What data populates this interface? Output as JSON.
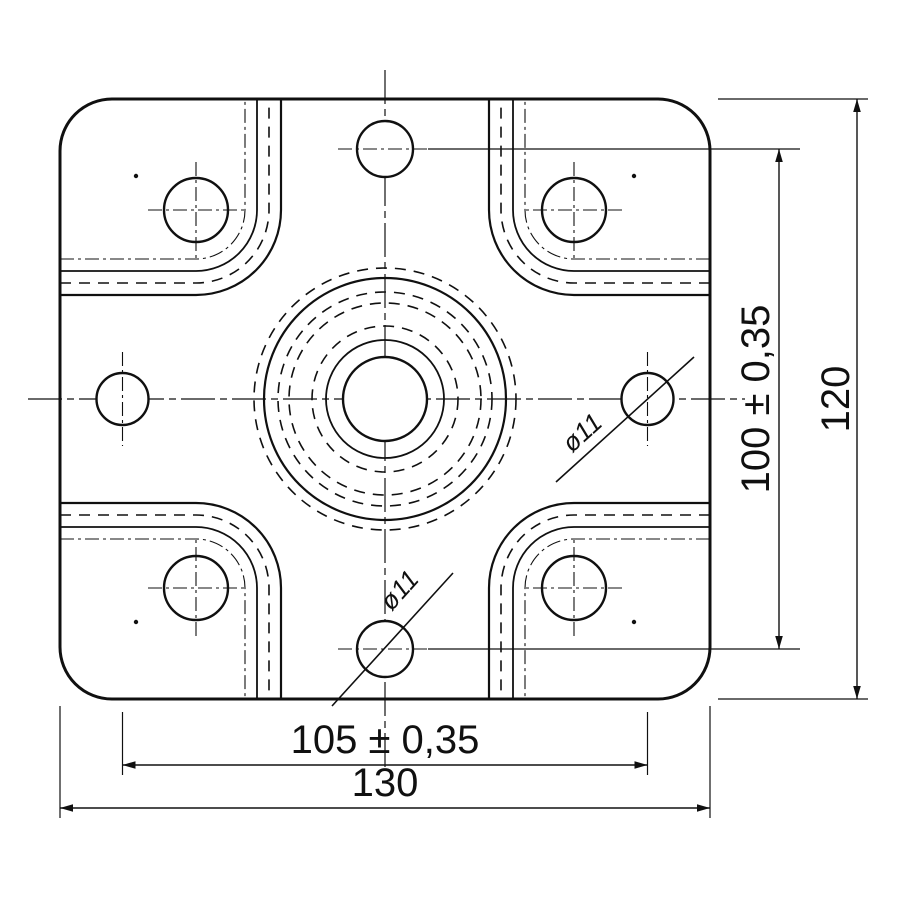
{
  "drawing": {
    "labels": {
      "width_overall": "130",
      "width_hole_spacing": "105 ± 0,35",
      "height_overall": "120",
      "height_hole_spacing": "100 ± 0,35",
      "hole_dia_right": "ø11",
      "hole_dia_bottom": "ø11"
    },
    "colors": {
      "plate_fill": "#9a9a9a",
      "line": "#101010",
      "hole_fill": "#ffffff",
      "background": "#ffffff"
    }
  }
}
